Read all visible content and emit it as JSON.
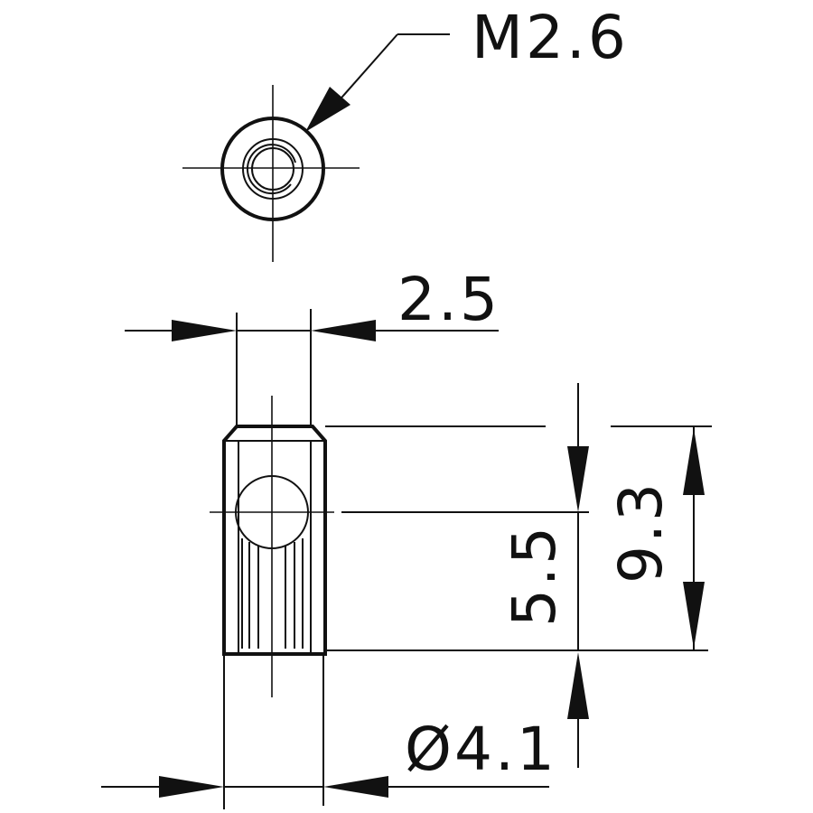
{
  "drawing": {
    "thread_callout": "M2.6",
    "width_dimension": "2.5",
    "hole_position_dimension": "5.5",
    "length_dimension": "9.3",
    "diameter_dimension": "Ø4.1"
  }
}
